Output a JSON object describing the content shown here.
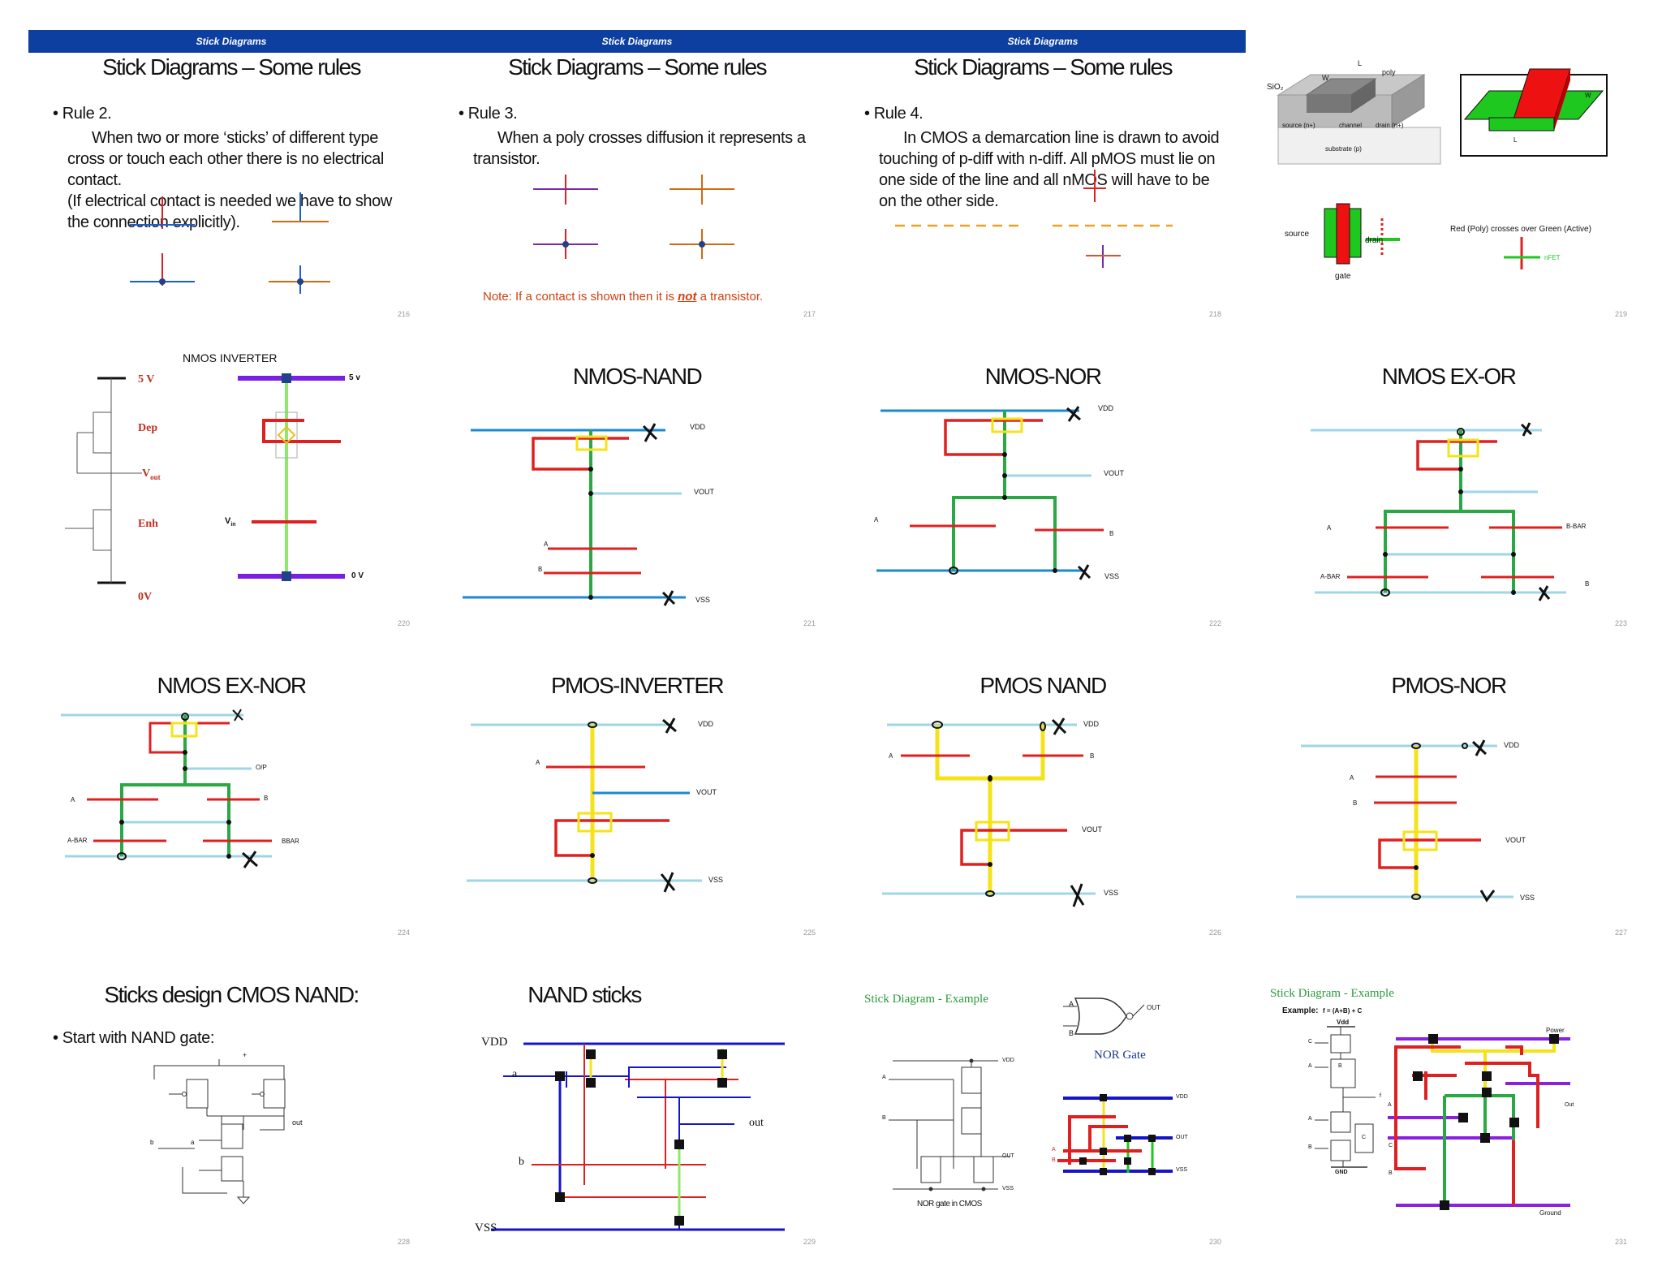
{
  "slides": [
    {
      "header": "Stick Diagrams",
      "title": "Stick Diagrams – Some rules",
      "bullet": "Rule 2.",
      "body": "When two or more ‘sticks’ of different type cross or touch each other there is no electrical contact.\n(If electrical contact is needed we have to show the connection explicitly).",
      "page": "216"
    },
    {
      "header": "Stick Diagrams",
      "title": "Stick Diagrams – Some rules",
      "bullet": "Rule 3.",
      "body": "When a poly crosses diffusion it represents a transistor.",
      "note_prefix": "Note:  If a contact is shown then it is ",
      "note_em": "not",
      "note_suffix": " a transistor.",
      "page": "217"
    },
    {
      "header": "Stick Diagrams",
      "title": "Stick Diagrams – Some rules",
      "bullet": "Rule 4.",
      "body": "In CMOS a demarcation line is drawn to avoid touching of p-diff with n-diff. All pMOS must lie on one side of the line and all nMOS will have to be on the other side.",
      "page": "218"
    },
    {
      "labels": {
        "sio2": "SiO₂",
        "w": "W",
        "l": "L",
        "poly": "poly",
        "source": "source (n+)",
        "channel": "channel",
        "drain": "drain (n+)",
        "substrate": "substrate (p)",
        "src": "source",
        "drn": "drain",
        "gate": "gate",
        "caption": "Red (Poly) crosses over Green (Active)",
        "nfet": "nFET",
        "l2": "L",
        "w2": "W"
      },
      "page": "219"
    },
    {
      "title": "NMOS INVERTER",
      "labels": {
        "v5": "5 V",
        "dep": "Dep",
        "vout": "V",
        "vout_sub": "out",
        "enh": "Enh",
        "v0": "0V",
        "vin": "V",
        "vin_sub": "in",
        "r5v": "5 v",
        "r0v": "0 V"
      },
      "page": "220"
    },
    {
      "title": "NMOS-NAND",
      "labels": {
        "vdd": "VDD",
        "vout": "VOUT",
        "a": "A",
        "b": "B",
        "vss": "VSS"
      },
      "page": "221"
    },
    {
      "title": "NMOS-NOR",
      "labels": {
        "vdd": "VDD",
        "vout": "VOUT",
        "a": "A",
        "b": "B",
        "vss": "VSS"
      },
      "page": "222"
    },
    {
      "title": "NMOS EX-OR",
      "labels": {
        "a": "A",
        "bbar": "B-BAR",
        "abar": "A-BAR",
        "b": "B"
      },
      "page": "223"
    },
    {
      "title": "NMOS EX-NOR",
      "labels": {
        "op": "O/P",
        "a": "A",
        "b": "B",
        "abar": "A-BAR",
        "bbar": "BBAR"
      },
      "page": "224"
    },
    {
      "title": "PMOS-INVERTER",
      "labels": {
        "vdd": "VDD",
        "a": "A",
        "vout": "VOUT",
        "vss": "VSS"
      },
      "page": "225"
    },
    {
      "title": "PMOS NAND",
      "labels": {
        "vdd": "VDD",
        "a": "A",
        "b": "B",
        "vout": "VOUT",
        "vss": "VSS"
      },
      "page": "226"
    },
    {
      "title": "PMOS-NOR",
      "labels": {
        "vdd": "VDD",
        "a": "A",
        "b": "B",
        "vout": "VOUT",
        "vss": "VSS"
      },
      "page": "227"
    },
    {
      "title": "Sticks design CMOS NAND:",
      "bullet": "Start with NAND gate:",
      "labels": {
        "plus": "+",
        "out": "out",
        "a": "a",
        "b": "b"
      },
      "page": "228"
    },
    {
      "title": "NAND sticks",
      "labels": {
        "vdd": "VDD",
        "a": "a",
        "out": "out",
        "b": "b",
        "vss": "VSS"
      },
      "page": "229"
    },
    {
      "title": "Stick Diagram - Example",
      "labels": {
        "a": "A",
        "b": "B",
        "out": "OUT",
        "nor": "NOR Gate",
        "vdd": "VDD",
        "sa": "A",
        "sb": "B",
        "sout": "OUT",
        "svss": "VSS",
        "caption": "NOR gate in CMOS",
        "rvdd": "VDD",
        "rout": "OUT",
        "rvss": "VSS",
        "ra": "A",
        "rb": "B"
      },
      "page": "230"
    },
    {
      "title": "Stick Diagram - Example",
      "labels": {
        "example": "Example:",
        "expr": "f = (A+B) + C",
        "vdd": "Vdd",
        "c1": "C",
        "a1": "A",
        "b1": "B",
        "f": "f",
        "a2": "A",
        "b2": "B",
        "c2": "C",
        "gnd": "GND",
        "power": "Power",
        "ra": "A",
        "rout": "Out",
        "rc": "C",
        "rb": "B",
        "ground": "Ground"
      },
      "page": "231"
    }
  ],
  "colors": {
    "header_bg": "#0d3fa0",
    "poly": "#e02020",
    "diff_n": "#2aa844",
    "diff_p": "#f5e31a",
    "metal": "#1a5fd0",
    "metal_light": "#9fd5e4",
    "note": "#d04010",
    "example_title": "#2a9a3a"
  }
}
